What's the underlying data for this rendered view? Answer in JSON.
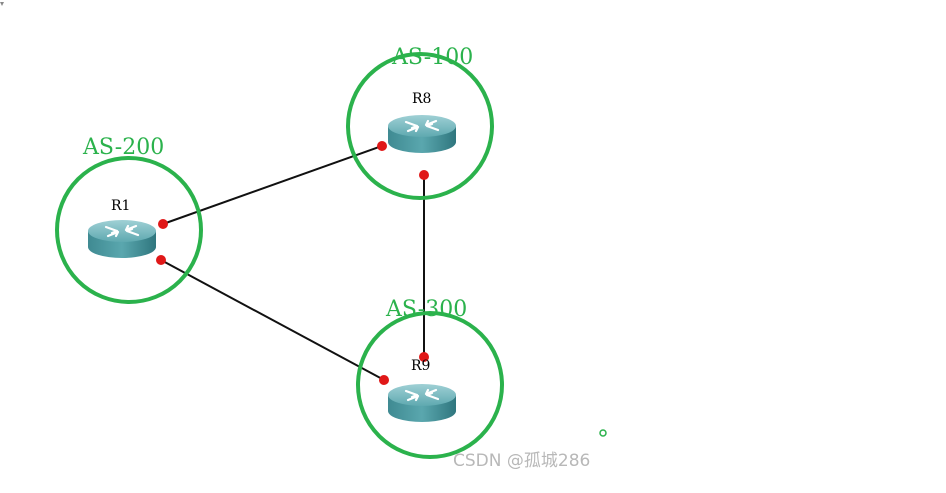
{
  "diagram": {
    "autonomous_systems": [
      {
        "label": "AS-200",
        "router": "R1"
      },
      {
        "label": "AS-100",
        "router": "R8"
      },
      {
        "label": "AS-300",
        "router": "R9"
      }
    ],
    "routers": [
      {
        "name": "R1",
        "as": "AS-200"
      },
      {
        "name": "R8",
        "as": "AS-100"
      },
      {
        "name": "R9",
        "as": "AS-300"
      }
    ],
    "links": [
      {
        "from": "R1",
        "to": "R8"
      },
      {
        "from": "R1",
        "to": "R9"
      },
      {
        "from": "R8",
        "to": "R9"
      }
    ],
    "colors": {
      "as_circle": "#2bb24c",
      "link": "#111111",
      "interface_dot": "#e01818",
      "router_body": "#4f9ea6"
    }
  },
  "watermark": "CSDN @孤城286"
}
